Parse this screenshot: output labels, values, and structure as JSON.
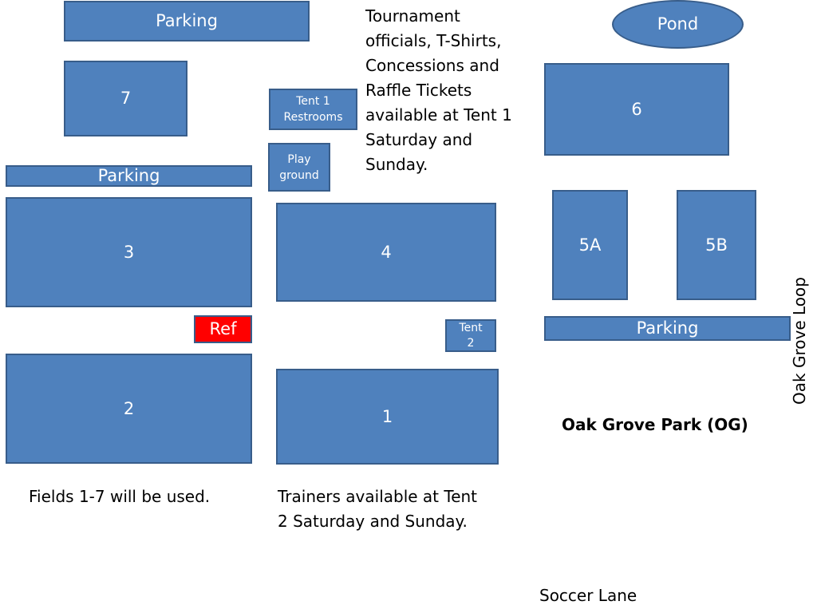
{
  "map": {
    "fields": {
      "field_1": "1",
      "field_2": "2",
      "field_3": "3",
      "field_4": "4",
      "field_5a": "5A",
      "field_5b": "5B",
      "field_6": "6",
      "field_7": "7"
    },
    "parking": {
      "top_left": "Parking",
      "middle_left": "Parking",
      "right": "Parking"
    },
    "tent_1": "Tent 1\nRestrooms",
    "playground": "Play\nground",
    "tent_2": "Tent\n2",
    "ref": "Ref",
    "pond": "Pond"
  },
  "notes": {
    "tournament": "Tournament\nofficials, T-Shirts,\nConcessions and\nRaffle Tickets\navailable at Tent 1\nSaturday and\nSunday.",
    "fields_used": "Fields 1-7 will be used.",
    "trainers": "Trainers available at Tent\n2 Saturday and Sunday.",
    "park_name": "Oak Grove Park (OG)",
    "soccer_lane": "Soccer Lane",
    "oak_grove_loop": "Oak Grove Loop"
  },
  "colors": {
    "field_fill": "#4f81bd",
    "field_border": "#385d8a",
    "ref_fill": "#ff0000",
    "label_text": "#ffffff"
  }
}
